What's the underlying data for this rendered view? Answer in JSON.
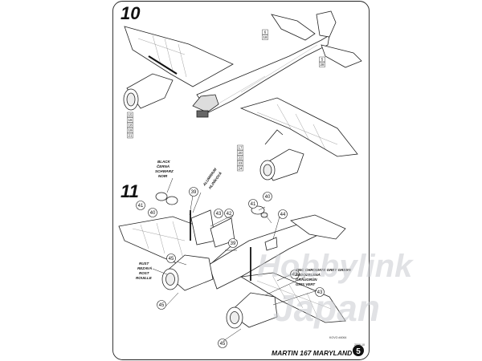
{
  "steps": [
    {
      "number": "10"
    },
    {
      "number": "11"
    }
  ],
  "callouts": {
    "step10_left_stack": [
      "15",
      "16",
      "18",
      "19",
      "21"
    ],
    "step10_tail": [
      "6",
      "18"
    ],
    "step10_elevator": [
      "5",
      "28"
    ],
    "step10_right_stack": [
      "17",
      "20",
      "22",
      "23",
      "24"
    ],
    "p39_top": "39",
    "p40_left": "40",
    "p41_left": "41",
    "p43_top": "43",
    "p42_top": "42",
    "p40_right": "40",
    "p41_right": "41",
    "p44": "44",
    "p39_mid": "39",
    "p45_left": "45",
    "p45_low": "45",
    "p42_right": "42",
    "p43_right": "43",
    "p45_bottom": "45"
  },
  "color_notes": {
    "black": [
      "BLACK",
      "ČERNÁ",
      "SCHWARZ",
      "NOIR"
    ],
    "aluminium": [
      "ALUMINIUM",
      "HLINÍKOVÁ"
    ],
    "rust": [
      "RUST",
      "REZAVÁ",
      "ROST",
      "ROUILLE"
    ],
    "zinc": [
      "ZINC CHROMATE GREY GREEN",
      "ŠEDOZELENÁ",
      "GRAUGRÜN",
      "GRIS VERT"
    ]
  },
  "footer": {
    "product_code": "KOVO #4064",
    "title": "MARTIN 167 MARYLAND",
    "page_number": "5",
    "date": "2006.10"
  },
  "watermark": {
    "line1": "Hobbylink",
    "line2": "Japan"
  }
}
